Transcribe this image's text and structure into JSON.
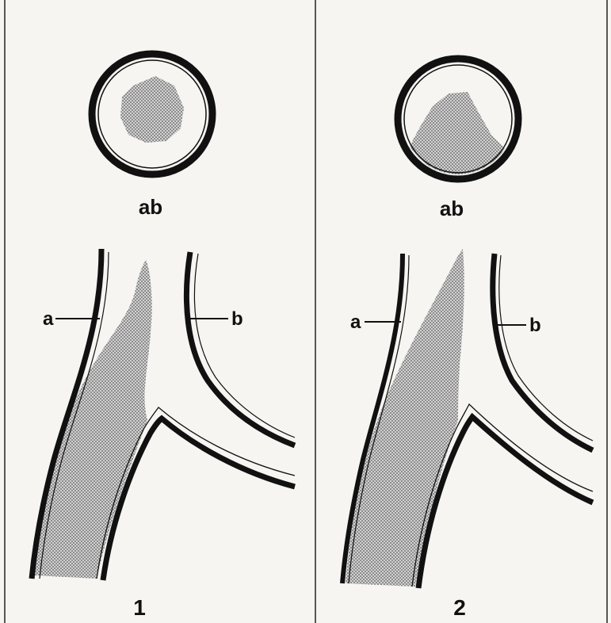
{
  "panels": [
    {
      "number": "1",
      "cross_section_label": "ab",
      "wall_a_label": "a",
      "wall_b_label": "b"
    },
    {
      "number": "2",
      "cross_section_label": "ab",
      "wall_a_label": "a",
      "wall_b_label": "b"
    }
  ],
  "colors": {
    "paper": "#f6f5f1",
    "ink": "#111111",
    "stipple": "#7a7a7a"
  }
}
